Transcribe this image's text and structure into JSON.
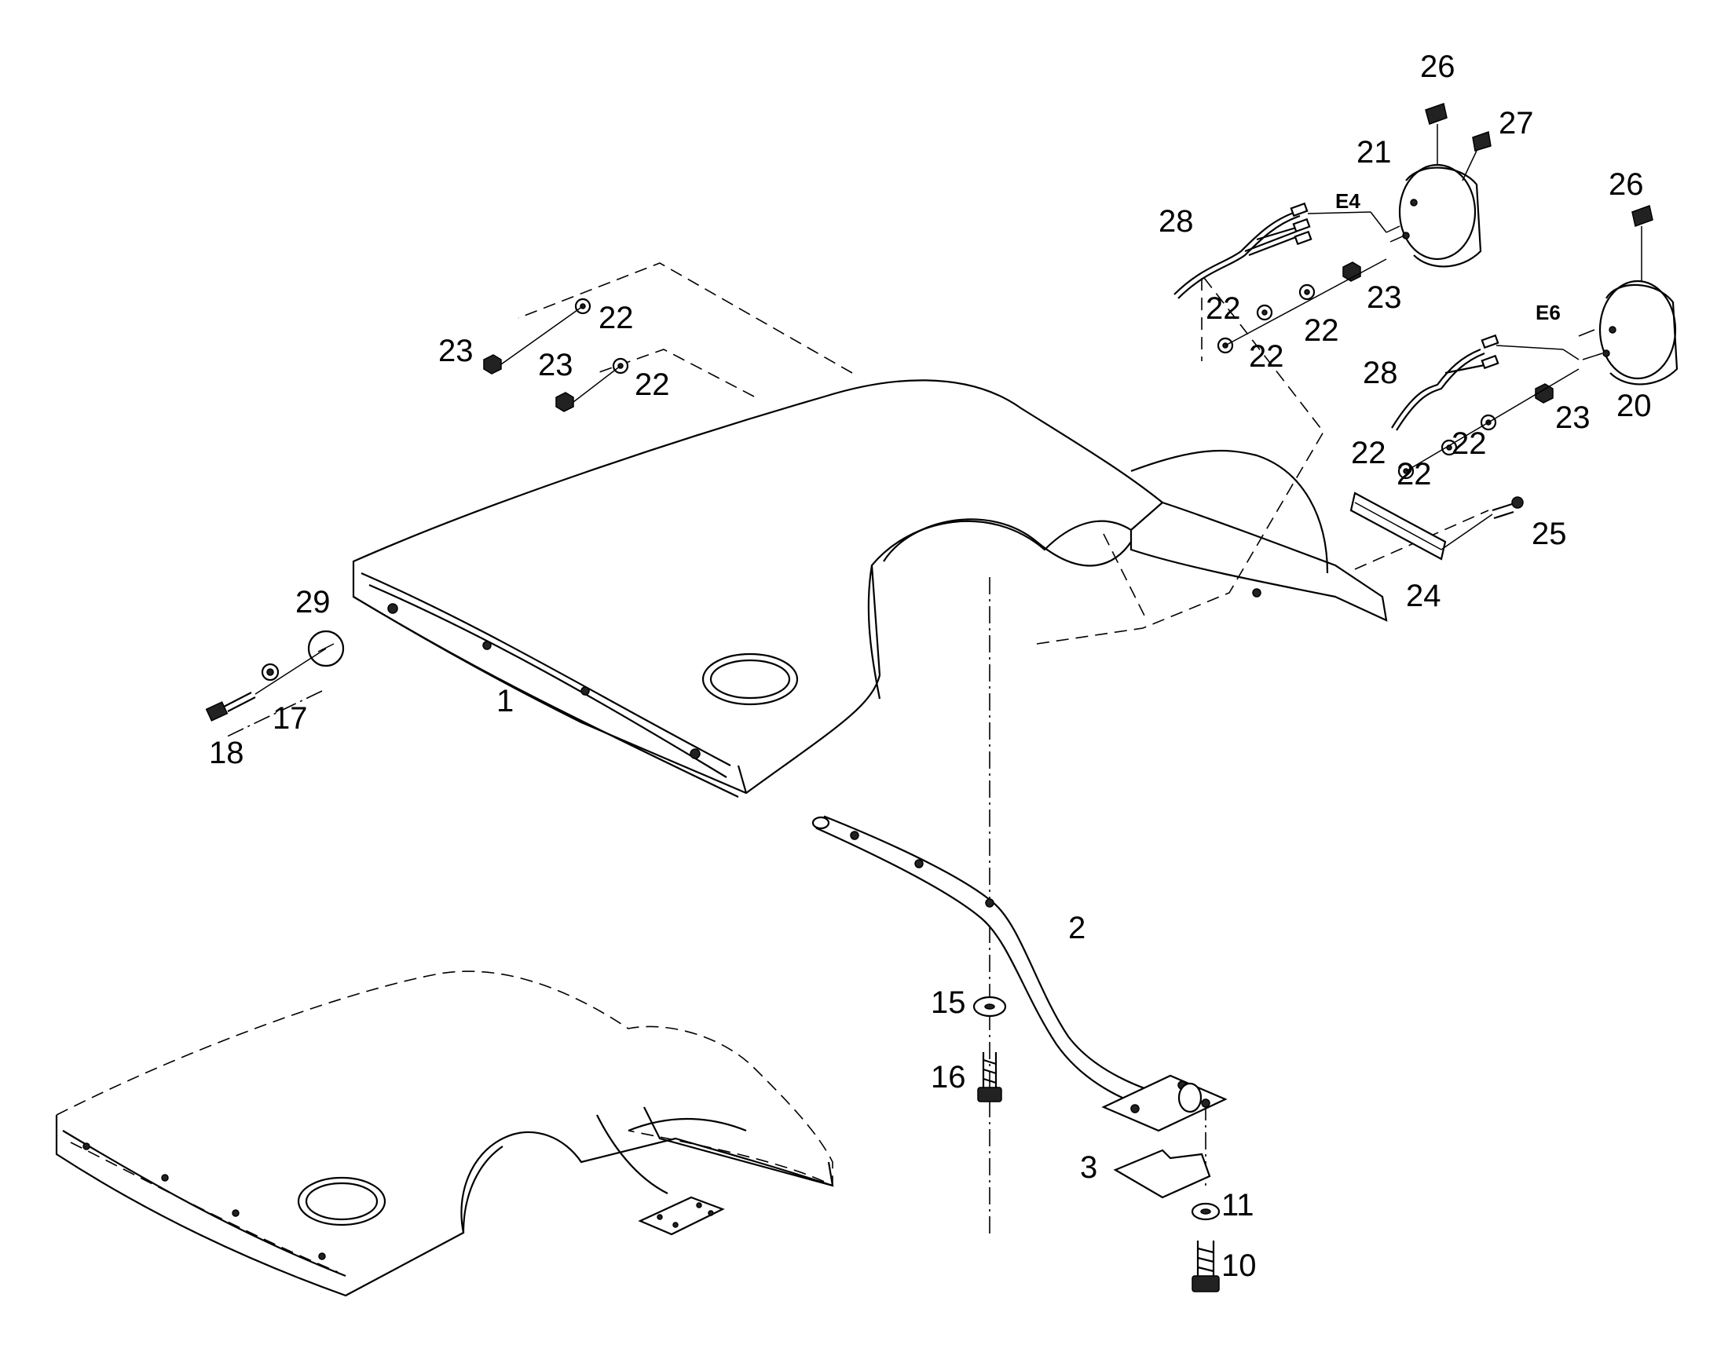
{
  "callouts": [
    {
      "id": "c1",
      "text": "1"
    },
    {
      "id": "c2",
      "text": "2"
    },
    {
      "id": "c3",
      "text": "3"
    },
    {
      "id": "c10",
      "text": "10"
    },
    {
      "id": "c11",
      "text": "11"
    },
    {
      "id": "c15",
      "text": "15"
    },
    {
      "id": "c16",
      "text": "16"
    },
    {
      "id": "c17",
      "text": "17"
    },
    {
      "id": "c18",
      "text": "18"
    },
    {
      "id": "c20",
      "text": "20"
    },
    {
      "id": "c21",
      "text": "21"
    },
    {
      "id": "c22a",
      "text": "22"
    },
    {
      "id": "c22b",
      "text": "22"
    },
    {
      "id": "c22c",
      "text": "22"
    },
    {
      "id": "c22d",
      "text": "22"
    },
    {
      "id": "c22e",
      "text": "22"
    },
    {
      "id": "c22f",
      "text": "22"
    },
    {
      "id": "c22g",
      "text": "22"
    },
    {
      "id": "c22h",
      "text": "22"
    },
    {
      "id": "c23a",
      "text": "23"
    },
    {
      "id": "c23b",
      "text": "23"
    },
    {
      "id": "c23c",
      "text": "23"
    },
    {
      "id": "c23d",
      "text": "23"
    },
    {
      "id": "c24",
      "text": "24"
    },
    {
      "id": "c25",
      "text": "25"
    },
    {
      "id": "c26a",
      "text": "26"
    },
    {
      "id": "c26b",
      "text": "26"
    },
    {
      "id": "c27",
      "text": "27"
    },
    {
      "id": "c28a",
      "text": "28"
    },
    {
      "id": "c28b",
      "text": "28"
    },
    {
      "id": "c29",
      "text": "29"
    }
  ],
  "gauge_tags": [
    {
      "id": "e4",
      "text": "E4"
    },
    {
      "id": "e6",
      "text": "E6"
    }
  ]
}
